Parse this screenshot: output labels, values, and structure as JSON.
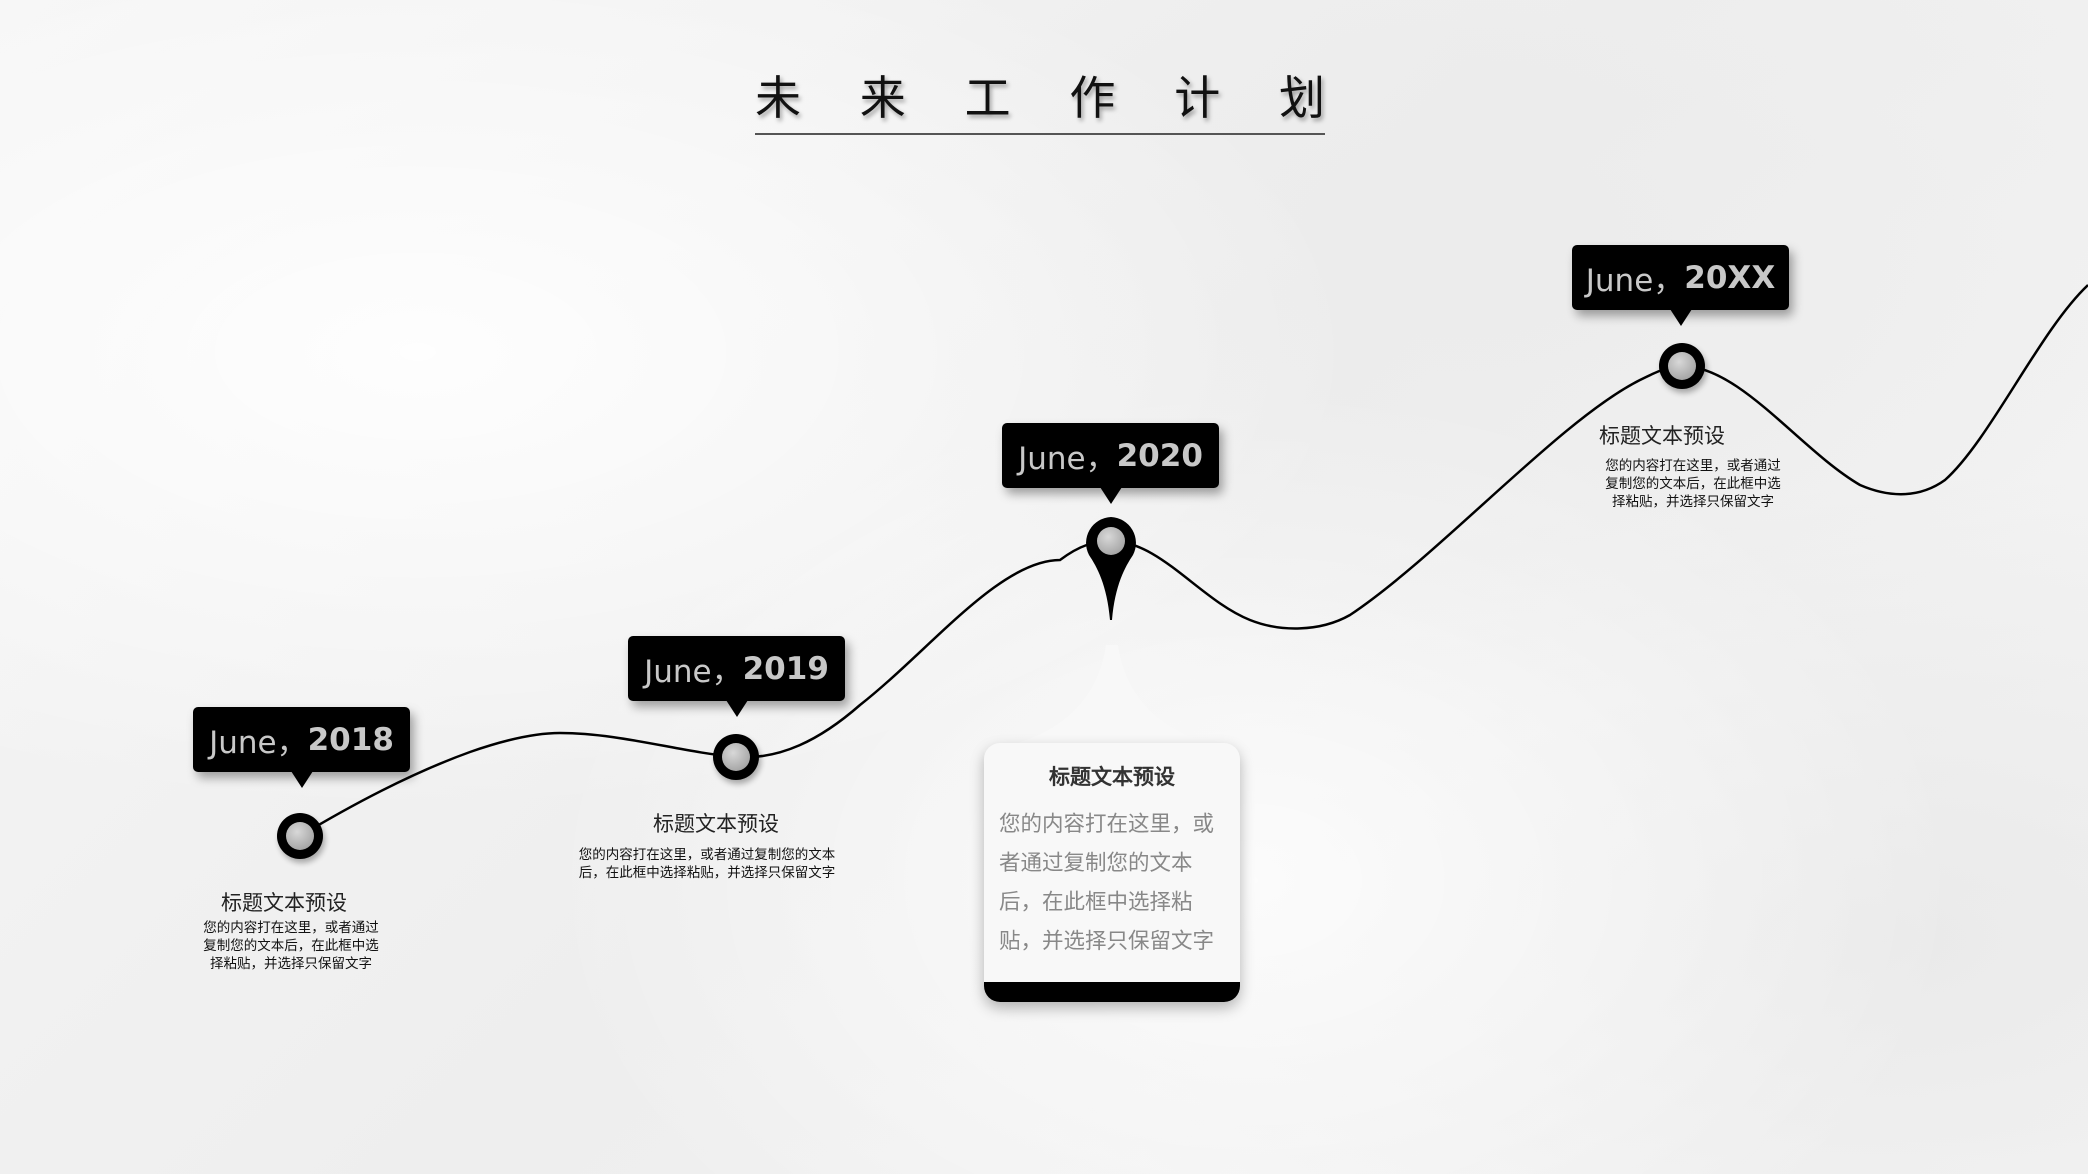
{
  "title": {
    "chars": [
      "未",
      "来",
      "工",
      "作",
      "计",
      "划"
    ],
    "full": "未来工作计划"
  },
  "colors": {
    "background": "#f3f3f3",
    "tag_bg": "#000000",
    "tag_text": "#c8c8c8",
    "curve": "#000000",
    "card_bg": "#f8f8f8",
    "card_text": "#888888"
  },
  "milestones": [
    {
      "month": "June，",
      "year": "2018",
      "title": "标题文本预设",
      "desc": "您的内容打在这里，或者通过复制您的文本后，在此框中选择粘贴，并选择只保留文字"
    },
    {
      "month": "June，",
      "year": "2019",
      "title": "标题文本预设",
      "desc": "您的内容打在这里，或者通过复制您的文本后，在此框中选择粘贴，并选择只保留文字"
    },
    {
      "month": "June，",
      "year": "2020",
      "title": "标题文本预设",
      "desc": "您的内容打在这里，或者通过复制您的文本后，在此框中选择粘贴，并选择只保留文字"
    },
    {
      "month": "June，",
      "year": "20XX",
      "title": "标题文本预设",
      "desc": "您的内容打在这里，或者通过复制您的文本后，在此框中选择粘贴，并选择只保留文字"
    }
  ]
}
